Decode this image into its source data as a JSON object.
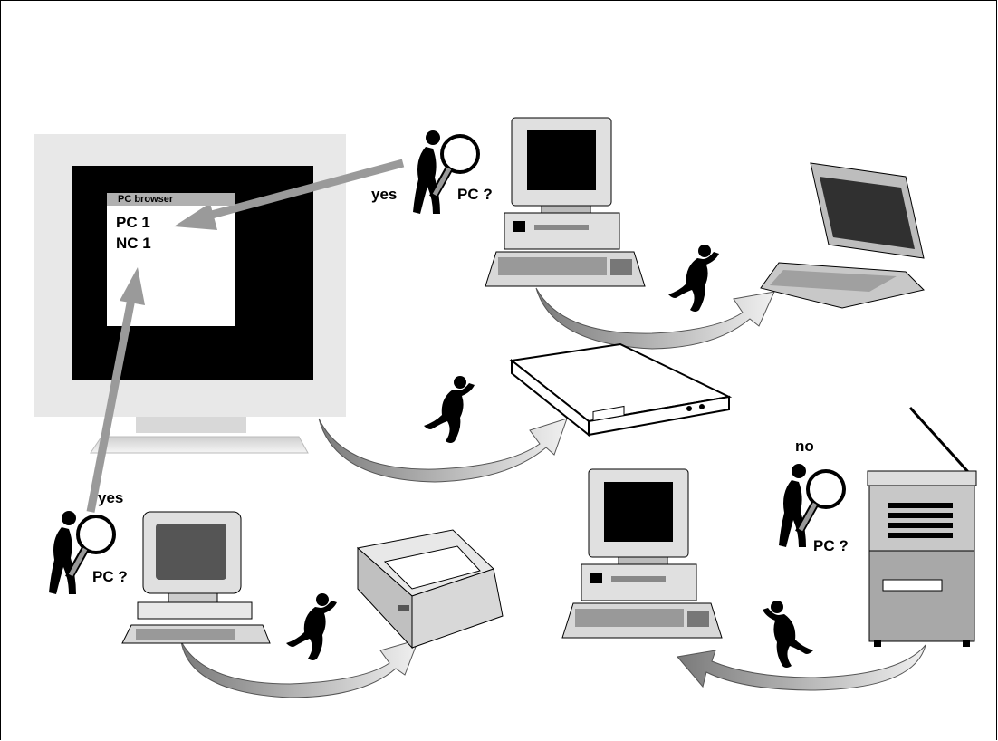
{
  "browser": {
    "title": "PC browser",
    "items": [
      "PC 1",
      "NC 1"
    ]
  },
  "labels": {
    "yes_top": "yes",
    "pc_top": "PC ?",
    "yes_bottom": "yes",
    "pc_bottom": "PC ?",
    "no_right": "no",
    "pc_right": "PC ?"
  },
  "colors": {
    "arrow_gray": "#9a9a9a",
    "monitor_light": "#e6e6e6",
    "screen_black": "#000000",
    "device_gray": "#a8a8a8"
  },
  "icons": [
    "monitor-icon",
    "desktop-pc-icon",
    "laptop-icon",
    "modem-icon",
    "printer-icon",
    "copier-icon",
    "runner-icon",
    "detective-icon"
  ]
}
